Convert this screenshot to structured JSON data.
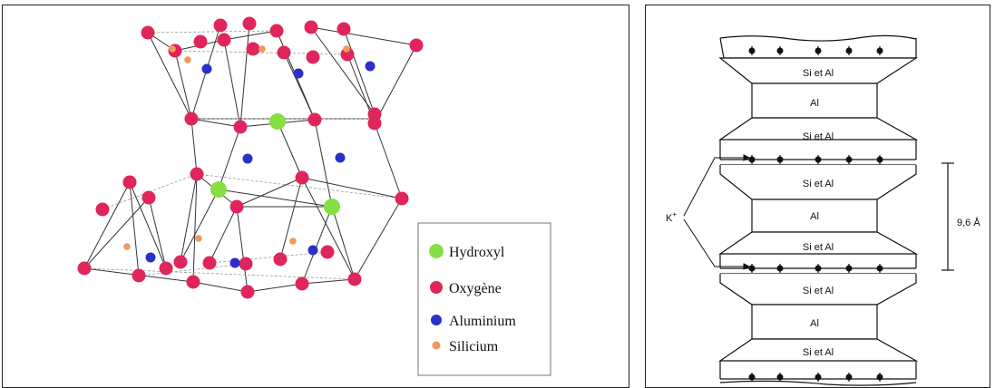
{
  "legend": {
    "items": [
      {
        "label": "Hydroxyl",
        "color": "#86e043"
      },
      {
        "label": "Oxygène",
        "color": "#e0255a"
      },
      {
        "label": "Aluminium",
        "color": "#2a30c8"
      },
      {
        "label": "Silicium",
        "color": "#f09a5a"
      }
    ]
  },
  "layer_diagram": {
    "sheets": [
      "Si et Al",
      "Al",
      "Si et Al",
      "Si et Al",
      "Al",
      "Si et Al",
      "Si et Al",
      "Al",
      "Si et Al"
    ],
    "interlayer_cation": "K",
    "interlayer_cation_charge": "+",
    "spacing_label": "9,6 Å"
  }
}
